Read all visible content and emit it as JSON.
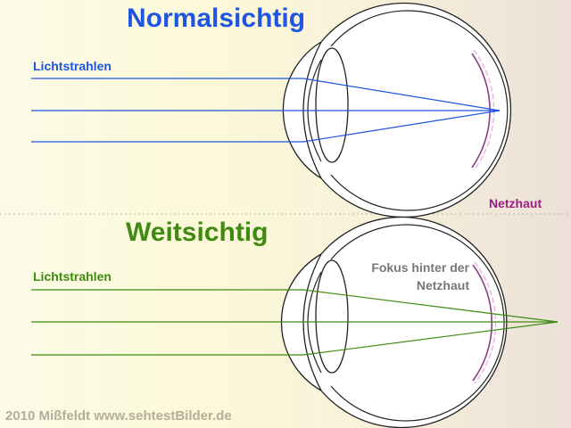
{
  "colors": {
    "blue": "#1f55e0",
    "green": "#3f8a10",
    "purple": "#9b2083",
    "gray": "#777777",
    "credit": "#b5ae9a"
  },
  "top": {
    "title": "Normalsichtig",
    "rays_label": "Lichtstrahlen",
    "retina_label": "Netzhaut"
  },
  "bottom": {
    "title": "Weitsichtig",
    "rays_label": "Lichtstrahlen",
    "focus_note": [
      "Fokus hinter der",
      "Netzhaut"
    ]
  },
  "credit": "2010 Mißfeldt www.sehtestBilder.de"
}
